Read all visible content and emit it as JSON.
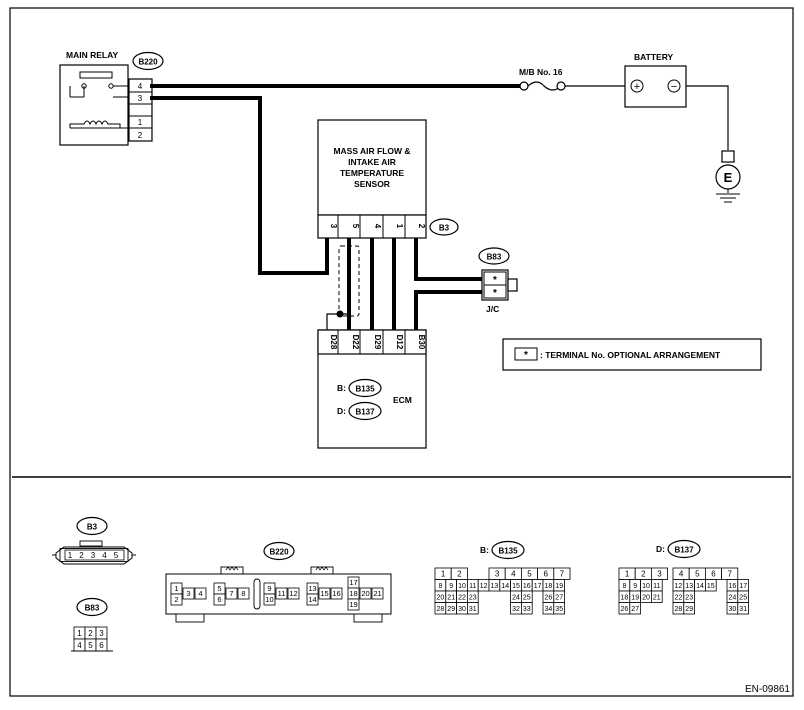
{
  "main_relay": {
    "title": "MAIN RELAY",
    "connector": "B220",
    "pins": [
      "4",
      "3",
      "1",
      "2"
    ]
  },
  "fuse": {
    "label": "M/B No. 16"
  },
  "battery": {
    "title": "BATTERY",
    "plus": "+",
    "minus": "−"
  },
  "ground": {
    "label": "E"
  },
  "maf_sensor": {
    "lines": [
      "MASS AIR FLOW &",
      "INTAKE AIR",
      "TEMPERATURE",
      "SENSOR"
    ],
    "connector": "B3",
    "pins": [
      "3",
      "5",
      "4",
      "1",
      "2"
    ]
  },
  "jc": {
    "connector": "B83",
    "label": "J/C",
    "pins": [
      "*",
      "*"
    ]
  },
  "ecm": {
    "title": "ECM",
    "pins": [
      "D28",
      "D22",
      "D29",
      "D12",
      "B30"
    ],
    "connector_b_prefix": "B:",
    "connector_b": "B135",
    "connector_d_prefix": "D:",
    "connector_d": "B137"
  },
  "legend": {
    "symbol": "*",
    "text": ": TERMINAL No. OPTIONAL ARRANGEMENT"
  },
  "connectors": {
    "b3": {
      "name": "B3",
      "pins": [
        "1",
        "2",
        "3",
        "4",
        "5"
      ]
    },
    "b83": {
      "name": "B83",
      "rows": [
        [
          "1",
          "2",
          "3"
        ],
        [
          "4",
          "5",
          "6"
        ]
      ]
    },
    "b220": {
      "name": "B220",
      "pins": [
        "1",
        "2",
        "3",
        "4",
        "5",
        "6",
        "7",
        "8",
        "9",
        "10",
        "11",
        "12",
        "13",
        "14",
        "15",
        "16",
        "17",
        "18",
        "19",
        "20",
        "21"
      ]
    },
    "b135": {
      "prefix": "B:",
      "name": "B135",
      "top": [
        "1",
        "2",
        "3",
        "4",
        "5",
        "6",
        "7"
      ],
      "rows": [
        [
          "8",
          "9",
          "10",
          "11",
          "12",
          "13",
          "14",
          "15",
          "16",
          "17",
          "18",
          "19"
        ],
        [
          "20",
          "21",
          "22",
          "23",
          "24",
          "25",
          "26",
          "27"
        ],
        [
          "28",
          "29",
          "30",
          "31",
          "32",
          "33",
          "34",
          "35"
        ]
      ]
    },
    "b137": {
      "prefix": "D:",
      "name": "B137",
      "top": [
        "1",
        "2",
        "3",
        "4",
        "5",
        "6",
        "7"
      ],
      "rows": [
        [
          "8",
          "9",
          "10",
          "11",
          "12",
          "13",
          "14",
          "15",
          "16",
          "17"
        ],
        [
          "18",
          "19",
          "20",
          "21",
          "22",
          "23",
          "24",
          "25"
        ],
        [
          "26",
          "27",
          "28",
          "29",
          "30",
          "31"
        ]
      ]
    }
  },
  "doc_code": "EN-09861"
}
